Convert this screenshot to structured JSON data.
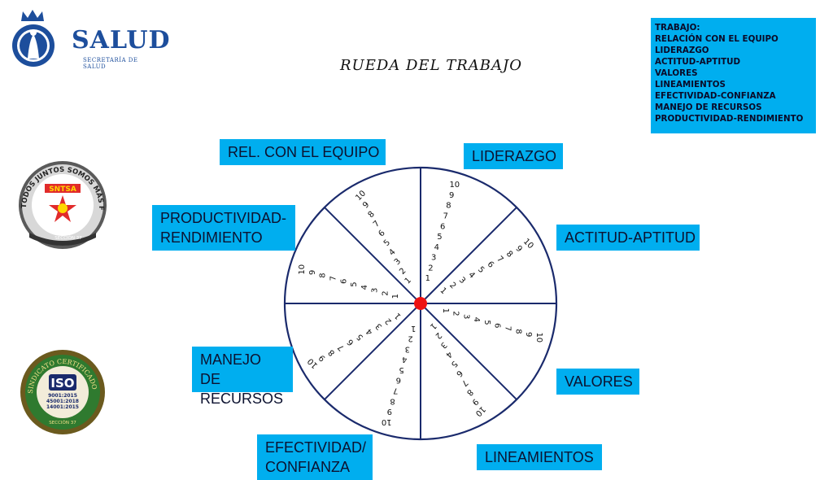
{
  "logos": {
    "salud": {
      "name": "SALUD",
      "subtitle": "SECRETARÍA DE SALUD"
    },
    "sntsa": {
      "text": "TODOS JUNTOS SOMOS MÁS FUERTES",
      "name": "SNTSA",
      "section": "SECCIÓN 37"
    },
    "iso": {
      "text": "SINDICATO CERTIFICADO",
      "name": "ISO",
      "standards": [
        "9001:2015",
        "45001:2018",
        "14001:2015"
      ],
      "section": "SECCIÓN 37"
    }
  },
  "title": "RUEDA DEL TRABAJO",
  "legend": {
    "heading": "TRABAJO:",
    "items": [
      "RELACIÓN CON EL EQUIPO",
      "LIDERAZGO",
      "ACTITUD-APTITUD",
      "VALORES",
      "LINEAMIENTOS",
      "EFECTIVIDAD-CONFIANZA",
      "MANEJO DE RECURSOS",
      "PRODUCTIVIDAD-RENDIMIENTO"
    ]
  },
  "wheel": {
    "scale": [
      "1",
      "2",
      "3",
      "4",
      "5",
      "6",
      "7",
      "8",
      "9",
      "10"
    ],
    "segments": [
      {
        "label": "LIDERAZGO"
      },
      {
        "label": "ACTITUD-APTITUD"
      },
      {
        "label": "VALORES"
      },
      {
        "label": "LINEAMIENTOS"
      },
      {
        "label": "EFECTIVIDAD/\nCONFIANZA"
      },
      {
        "label": "MANEJO DE\nRECURSOS"
      },
      {
        "label": "PRODUCTIVIDAD-\nRENDIMIENTO"
      },
      {
        "label": "REL. CON EL EQUIPO"
      }
    ],
    "colors": {
      "line": "#1a2a6c",
      "center": "#ee1111",
      "label_bg": "#00aeef"
    }
  }
}
